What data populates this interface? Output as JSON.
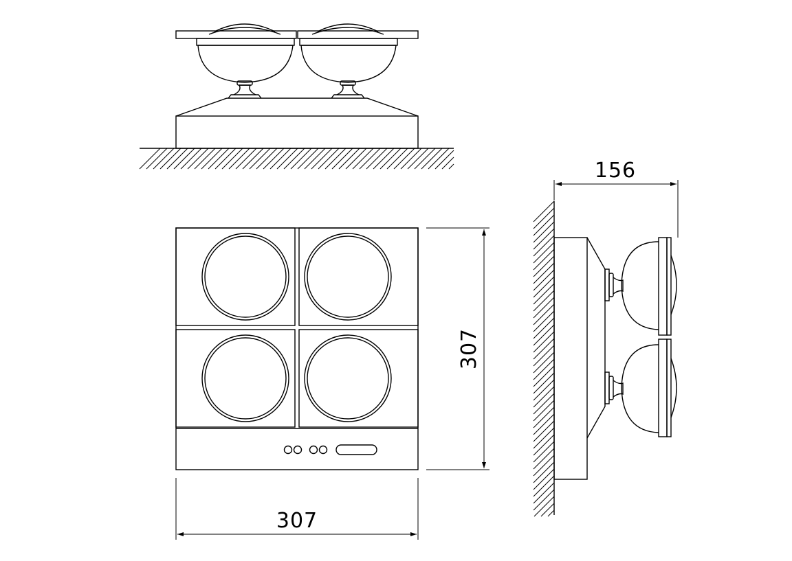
{
  "drawing": {
    "views": [
      "front-view",
      "top-view",
      "side-view"
    ],
    "dimensions": {
      "width_label": "307",
      "height_label": "307",
      "depth_label": "156"
    },
    "colors": {
      "line": "#000000",
      "background": "#ffffff"
    }
  }
}
